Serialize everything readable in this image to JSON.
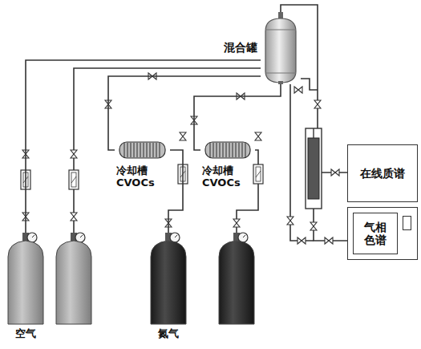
{
  "diagram": {
    "nodes": [
      {
        "text": [
          "混合罐"
        ]
      },
      {
        "text": [
          "冷却槽",
          "CVOCs"
        ]
      },
      {
        "text": [
          "冷却槽",
          "CVOCs"
        ]
      },
      {
        "text": [
          "在线质谱"
        ]
      },
      {
        "text": [
          "气相色谱"
        ]
      },
      {
        "text": [
          "空气"
        ]
      },
      {
        "text": [
          "氮气"
        ]
      }
    ],
    "edges": [
      {
        "from": 5,
        "to": 0,
        "arrow": "none"
      },
      {
        "from": 6,
        "to": 1,
        "arrow": "none"
      },
      {
        "from": 1,
        "to": 0,
        "arrow": "none"
      },
      {
        "from": 2,
        "to": 0,
        "arrow": "none"
      }
    ]
  }
}
